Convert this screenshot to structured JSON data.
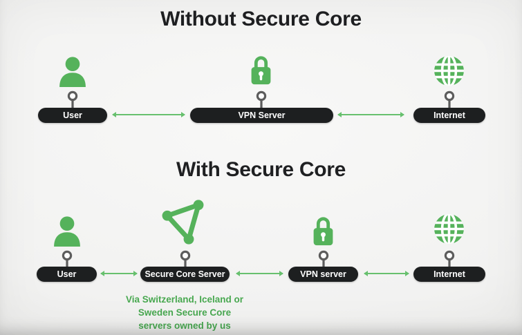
{
  "colors": {
    "icon_green": "#55b25b",
    "arrow_green": "#67c06e",
    "caption_green": "#48a850",
    "pill_bg": "#1d1f20",
    "pill_text": "#ffffff",
    "title_text": "#1f2022",
    "pin_gray": "#5c5c5c"
  },
  "sections": [
    {
      "title": "Without Secure Core",
      "nodes": [
        {
          "label": "User",
          "icon": "user-icon"
        },
        {
          "label": "VPN Server",
          "icon": "lock-icon"
        },
        {
          "label": "Internet",
          "icon": "globe-icon"
        }
      ]
    },
    {
      "title": "With Secure Core",
      "nodes": [
        {
          "label": "User",
          "icon": "user-icon"
        },
        {
          "label": "Secure Core Server",
          "icon": "secure-core-triangle-icon",
          "caption_lines": [
            "Via Switzerland, Iceland or",
            "Sweden Secure Core",
            "servers owned by us"
          ]
        },
        {
          "label": "VPN server",
          "icon": "lock-icon"
        },
        {
          "label": "Internet",
          "icon": "globe-icon"
        }
      ]
    }
  ]
}
